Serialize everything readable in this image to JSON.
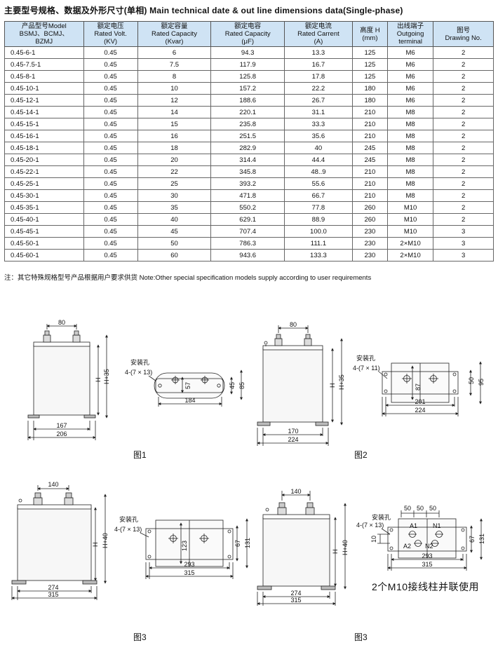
{
  "title": "主要型号规格、数据及外形尺寸(单相) Main technical date & out line dimensions data(Single-phase)",
  "table": {
    "headers": [
      [
        "产品型号Model",
        "BSMJ、BCMJ、",
        "BZMJ"
      ],
      [
        "额定电压",
        "Rated Volt.",
        "(KV)"
      ],
      [
        "额定容量",
        "Rated Capacity",
        "(Kvar)"
      ],
      [
        "额定电容",
        "Rated Capacity",
        "(μF)"
      ],
      [
        "额定电流",
        "Rated Carrent",
        "(A)"
      ],
      [
        "高度 H",
        "(mm)"
      ],
      [
        "出线端子",
        "Outgoing",
        "terminal"
      ],
      [
        "图号",
        "Drawing No."
      ]
    ],
    "rows": [
      [
        "0.45-6-1",
        "0.45",
        "6",
        "94.3",
        "13.3",
        "125",
        "M6",
        "2"
      ],
      [
        "0.45-7.5-1",
        "0.45",
        "7.5",
        "117.9",
        "16.7",
        "125",
        "M6",
        "2"
      ],
      [
        "0.45-8-1",
        "0.45",
        "8",
        "125.8",
        "17.8",
        "125",
        "M6",
        "2"
      ],
      [
        "0.45-10-1",
        "0.45",
        "10",
        "157.2",
        "22.2",
        "180",
        "M6",
        "2"
      ],
      [
        "0.45-12-1",
        "0.45",
        "12",
        "188.6",
        "26.7",
        "180",
        "M6",
        "2"
      ],
      [
        "0.45-14-1",
        "0.45",
        "14",
        "220.1",
        "31.1",
        "210",
        "M8",
        "2"
      ],
      [
        "0.45-15-1",
        "0.45",
        "15",
        "235.8",
        "33.3",
        "210",
        "M8",
        "2"
      ],
      [
        "0.45-16-1",
        "0.45",
        "16",
        "251.5",
        "35.6",
        "210",
        "M8",
        "2"
      ],
      [
        "0.45-18-1",
        "0.45",
        "18",
        "282.9",
        "40",
        "245",
        "M8",
        "2"
      ],
      [
        "0.45-20-1",
        "0.45",
        "20",
        "314.4",
        "44.4",
        "245",
        "M8",
        "2"
      ],
      [
        "0.45-22-1",
        "0.45",
        "22",
        "345.8",
        "48..9",
        "210",
        "M8",
        "2"
      ],
      [
        "0.45-25-1",
        "0.45",
        "25",
        "393.2",
        "55.6",
        "210",
        "M8",
        "2"
      ],
      [
        "0.45-30-1",
        "0.45",
        "30",
        "471.8",
        "66.7",
        "210",
        "M8",
        "2"
      ],
      [
        "0.45-35-1",
        "0.45",
        "35",
        "550.2",
        "77.8",
        "260",
        "M10",
        "2"
      ],
      [
        "0.45-40-1",
        "0.45",
        "40",
        "629.1",
        "88.9",
        "260",
        "M10",
        "2"
      ],
      [
        "0.45-45-1",
        "0.45",
        "45",
        "707.4",
        "100.0",
        "230",
        "M10",
        "3"
      ],
      [
        "0.45-50-1",
        "0.45",
        "50",
        "786.3",
        "111.1",
        "230",
        "2×M10",
        "3"
      ],
      [
        "0.45-60-1",
        "0.45",
        "60",
        "943.6",
        "133.3",
        "230",
        "2×M10",
        "3"
      ]
    ]
  },
  "note": "注：其它特殊规格型号产品根据用户要求供货   Note:Other special specification models supply according to user requirements",
  "drawings": {
    "d1": {
      "caption": "图1",
      "top": "80",
      "h": "H",
      "h2": "H+35",
      "inner": "167",
      "outer": "206",
      "hole_label": "安装孔",
      "hole_size": "4-(7 × 13)",
      "plate_inner": "57",
      "plate_a": "45",
      "plate_b": "85",
      "plate_w": "184"
    },
    "d2": {
      "caption": "图2",
      "top": "80",
      "h": "H",
      "h2": "H+35",
      "inner": "170",
      "outer": "224",
      "hole_label": "安装孔",
      "hole_size": "4-(7 × 11)",
      "plate_inner": "87",
      "plate_a": "50",
      "plate_b": "95",
      "plate_w1": "201",
      "plate_w2": "224"
    },
    "d3": {
      "caption": "图3",
      "top": "140",
      "h": "H",
      "h2": "H+40",
      "inner": "274",
      "outer": "315",
      "hole_label": "安装孔",
      "hole_size": "4-(7 × 13)",
      "plate_inner": "123",
      "plate_a": "67",
      "plate_b": "131",
      "plate_w1": "293",
      "plate_w2": "315"
    },
    "d4": {
      "caption": "图3",
      "top": "140",
      "h": "H",
      "h2": "H+40",
      "inner": "274",
      "outer": "315",
      "hole_label": "安装孔",
      "hole_size": "4-(7 × 13)",
      "t1": "50",
      "t2": "50",
      "t3": "50",
      "a1": "A1",
      "a2": "A2",
      "n1": "N1",
      "n2": "N2",
      "side": "10",
      "plate_a": "67",
      "plate_b": "131",
      "plate_w1": "293",
      "plate_w2": "315",
      "par_note": "2个M10接线柱并联使用"
    }
  }
}
